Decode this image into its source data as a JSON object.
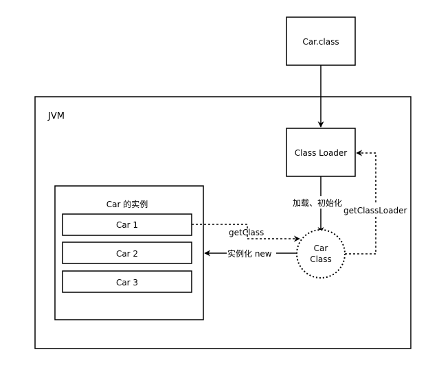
{
  "colors": {
    "stroke": "#000000",
    "background": "#ffffff"
  },
  "nodes": {
    "car_class_file": "Car.class",
    "jvm": "JVM",
    "class_loader": "Class Loader",
    "instances_group": "Car 的实例",
    "car1": "Car 1",
    "car2": "Car 2",
    "car3": "Car 3",
    "car_class_line1": "Car",
    "car_class_line2": "Class"
  },
  "edges": {
    "load_init": "加载、初始化",
    "get_class": "getClass",
    "instantiate": "实例化 new",
    "get_class_loader": "getClassLoader"
  }
}
